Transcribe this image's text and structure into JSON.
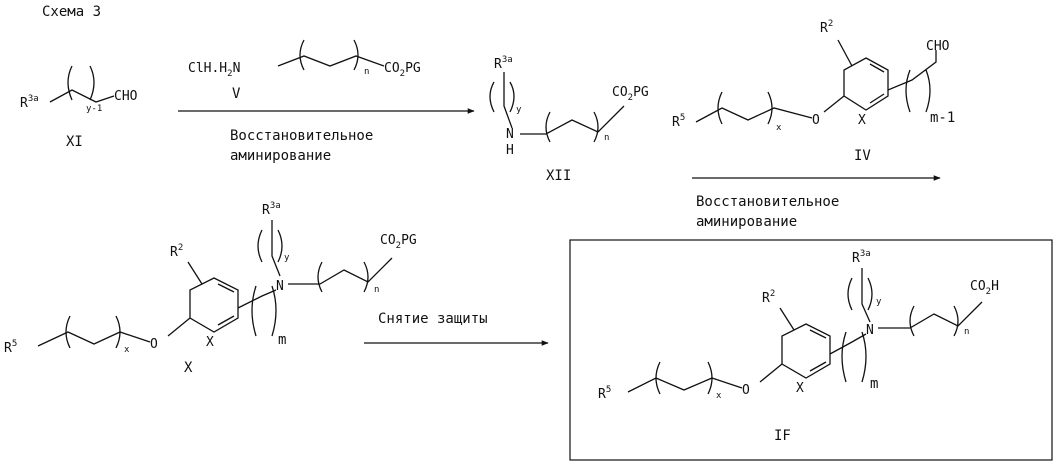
{
  "title": "Схема 3",
  "reaction_conditions": {
    "reductive_amination_line1": "Восстановительное",
    "reductive_amination_line2": "аминирование",
    "deprotection": "Снятие защиты"
  },
  "compounds": {
    "XI": {
      "label": "XI",
      "r": "R",
      "r_sup": "3a",
      "cho": "CHO",
      "sub_y1": "y-1"
    },
    "V": {
      "label": "V",
      "reagent": "ClH.H",
      "reagent_sub": "2",
      "reagent_n": "N",
      "sub_n": "n",
      "ester": "CO",
      "ester_sub": "2",
      "ester_pg": "PG"
    },
    "XII": {
      "label": "XII",
      "r": "R",
      "r_sup": "3a",
      "sub_y": "y",
      "nh_n": "N",
      "nh_h": "H",
      "sub_n": "n",
      "ester": "CO",
      "ester_sub": "2",
      "ester_pg": "PG"
    },
    "IV": {
      "label": "IV",
      "r2": "R",
      "r2_sup": "2",
      "r5": "R",
      "r5_sup": "5",
      "sub_x": "x",
      "o": "O",
      "ring_x": "X",
      "cho": "CHO",
      "m1": "m-1"
    },
    "X": {
      "label": "X",
      "r3a": "R",
      "r3a_sup": "3a",
      "sub_y": "y",
      "r2": "R",
      "r2_sup": "2",
      "n_atom": "N",
      "sub_n": "n",
      "ester": "CO",
      "ester_sub": "2",
      "ester_pg": "PG",
      "r5": "R",
      "r5_sup": "5",
      "sub_x": "x",
      "o": "O",
      "ring_x": "X",
      "m": "m"
    },
    "IF": {
      "label": "IF",
      "r3a": "R",
      "r3a_sup": "3a",
      "sub_y": "y",
      "r2": "R",
      "r2_sup": "2",
      "n_atom": "N",
      "sub_n": "n",
      "acid": "CO",
      "acid_sub": "2",
      "acid_h": "H",
      "r5": "R",
      "r5_sup": "5",
      "sub_x": "x",
      "o": "O",
      "ring_x": "X",
      "m": "m"
    }
  }
}
